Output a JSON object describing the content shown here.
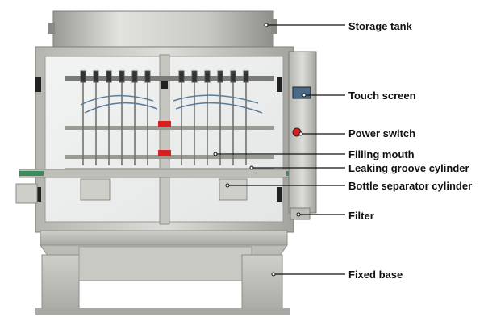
{
  "labels": {
    "storage_tank": "Storage tank",
    "touch_screen": "Touch screen",
    "power_switch": "Power switch",
    "filling_mouth": "Filling mouth",
    "leaking_groove_cylinder": "Leaking groove cylinder",
    "bottle_separator_cylinder": "Bottle separator cylinder",
    "filter": "Filter",
    "fixed_base": "Fixed base"
  },
  "colors": {
    "steel_light": "#d9d9d6",
    "steel_mid": "#b7b7b2",
    "steel_dark": "#8d8d88",
    "frame_black": "#222222",
    "button_red": "#d42020",
    "screen_blue": "#4a6a8a",
    "leader_line": "#111111"
  },
  "icons": [
    "leader-dot-icon"
  ]
}
